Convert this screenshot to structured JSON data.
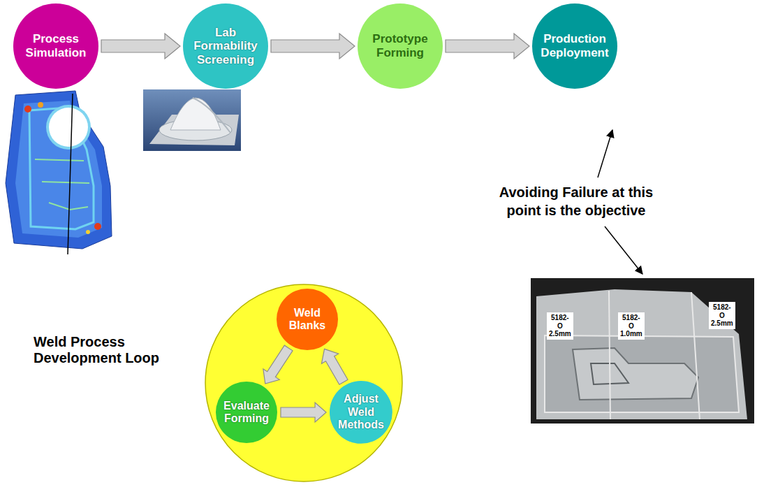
{
  "diagram": {
    "nodes": [
      {
        "text": [
          "Process Simulation"
        ]
      },
      {
        "text": [
          "Lab Formability Screening"
        ]
      },
      {
        "text": [
          "Prototype Forming"
        ]
      },
      {
        "text": [
          "Production Deployment"
        ]
      },
      {
        "text": [
          "Weld Process Development Loop"
        ]
      },
      {
        "text": [
          "Weld Blanks"
        ],
        "in": 4
      },
      {
        "text": [
          "Evaluate Forming"
        ],
        "in": 4
      },
      {
        "text": [
          "Adjust Weld Methods"
        ],
        "in": 4
      }
    ],
    "edges": [
      {
        "from": 0,
        "to": 1,
        "arrow": "to"
      },
      {
        "from": 1,
        "to": 2,
        "arrow": "to"
      },
      {
        "from": 2,
        "to": 3,
        "arrow": "to"
      },
      {
        "from": 5,
        "to": 6,
        "arrow": "to"
      },
      {
        "from": 6,
        "to": 7,
        "arrow": "to"
      },
      {
        "from": 7,
        "to": 5,
        "arrow": "to"
      }
    ],
    "labels": [
      "Avoiding Failure at this point is the objective",
      "5182-O 2.5mm",
      "5182-O 1.0mm",
      "5182-O 2.5mm"
    ]
  }
}
